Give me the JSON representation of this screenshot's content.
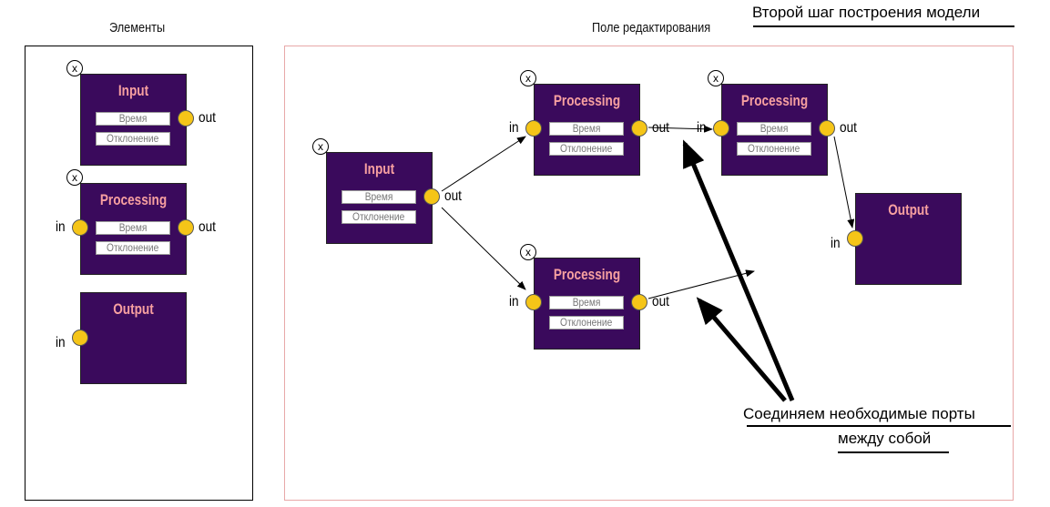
{
  "headers": {
    "elements": "Элементы",
    "editor": "Поле редактирования",
    "step": "Второй шаг построения модели"
  },
  "note": {
    "line1": "Соединяем необходимые порты",
    "line2": "между собой"
  },
  "field_labels": {
    "time": "Время",
    "deviation": "Отклонение"
  },
  "port_labels": {
    "in": "in",
    "out": "out"
  },
  "close_label": "x",
  "palette": [
    {
      "id": "pal-input",
      "title": "Input",
      "ports": [
        "out"
      ],
      "fields": true
    },
    {
      "id": "pal-processing",
      "title": "Processing",
      "ports": [
        "in",
        "out"
      ],
      "fields": true
    },
    {
      "id": "pal-output",
      "title": "Output",
      "ports": [
        "in"
      ],
      "fields": false
    }
  ],
  "canvas_nodes": [
    {
      "id": "input",
      "title": "Input",
      "ports": [
        "out"
      ],
      "fields": true
    },
    {
      "id": "processing-1",
      "title": "Processing",
      "ports": [
        "in",
        "out"
      ],
      "fields": true
    },
    {
      "id": "processing-2",
      "title": "Processing",
      "ports": [
        "in",
        "out"
      ],
      "fields": true
    },
    {
      "id": "processing-3",
      "title": "Processing",
      "ports": [
        "in",
        "out"
      ],
      "fields": true
    },
    {
      "id": "output",
      "title": "Output",
      "ports": [
        "in"
      ],
      "fields": false
    }
  ],
  "colors": {
    "node": "#3a0a5c",
    "title": "#f7a0a0",
    "port": "#f5c518"
  }
}
